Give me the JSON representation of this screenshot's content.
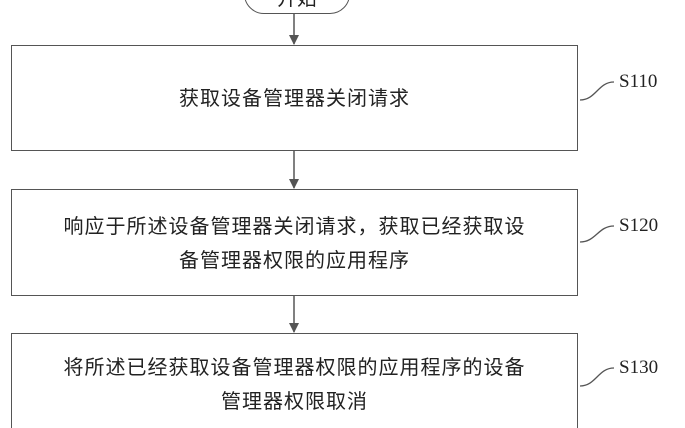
{
  "flowchart": {
    "start_label": "开始",
    "steps": [
      {
        "id": "S110",
        "lines": [
          "获取设备管理器关闭请求"
        ]
      },
      {
        "id": "S120",
        "lines": [
          "响应于所述设备管理器关闭请求，获取已经获取设",
          "备管理器权限的应用程序"
        ]
      },
      {
        "id": "S130",
        "lines": [
          "将所述已经获取设备管理器权限的应用程序的设备",
          "管理器权限取消"
        ]
      }
    ]
  },
  "colors": {
    "line": "#555555",
    "text": "#222222",
    "background": "#ffffff"
  }
}
